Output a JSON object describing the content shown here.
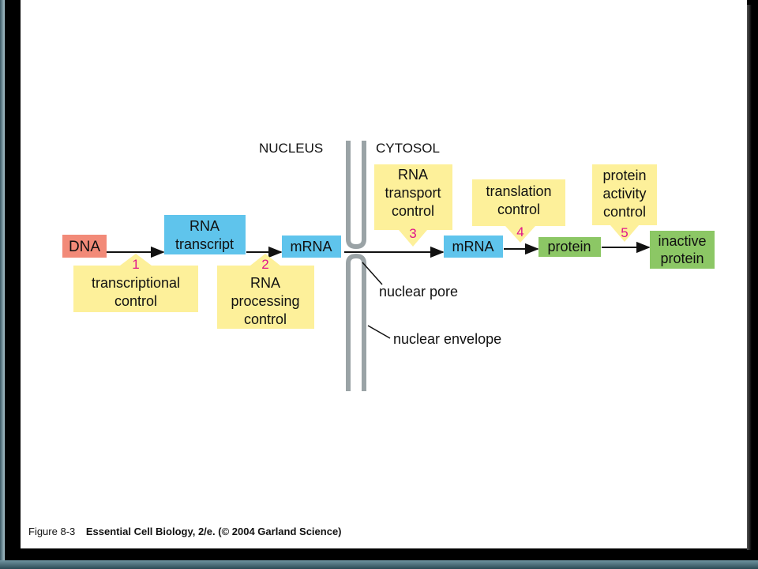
{
  "regions": {
    "nucleus": "NUCLEUS",
    "cytosol": "CYTOSOL"
  },
  "boxes": {
    "dna": "DNA",
    "rna_transcript": [
      "RNA",
      "transcript"
    ],
    "mrna_nucleus": "mRNA",
    "mrna_cytosol": "mRNA",
    "protein": "protein",
    "inactive_protein": [
      "inactive",
      "protein"
    ]
  },
  "controls": [
    {
      "number": "1",
      "lines": [
        "transcriptional",
        "control"
      ]
    },
    {
      "number": "2",
      "lines": [
        "RNA",
        "processing",
        "control"
      ]
    },
    {
      "number": "3",
      "lines": [
        "RNA",
        "transport",
        "control"
      ]
    },
    {
      "number": "4",
      "lines": [
        "translation",
        "control"
      ]
    },
    {
      "number": "5",
      "lines": [
        "protein",
        "activity",
        "control"
      ]
    }
  ],
  "annotations": {
    "nuclear_pore": "nuclear pore",
    "nuclear_envelope": "nuclear envelope"
  },
  "caption": {
    "figure": "Figure 8-3",
    "source": "Essential Cell Biology, 2/e. (© 2004 Garland Science)"
  },
  "colors": {
    "dna_box": "#f28a78",
    "rna_box": "#5fc4ec",
    "protein_box": "#8cc765",
    "control_callout": "#fdf09a",
    "number": "#e0168a",
    "membrane": "#9aa3a6"
  }
}
